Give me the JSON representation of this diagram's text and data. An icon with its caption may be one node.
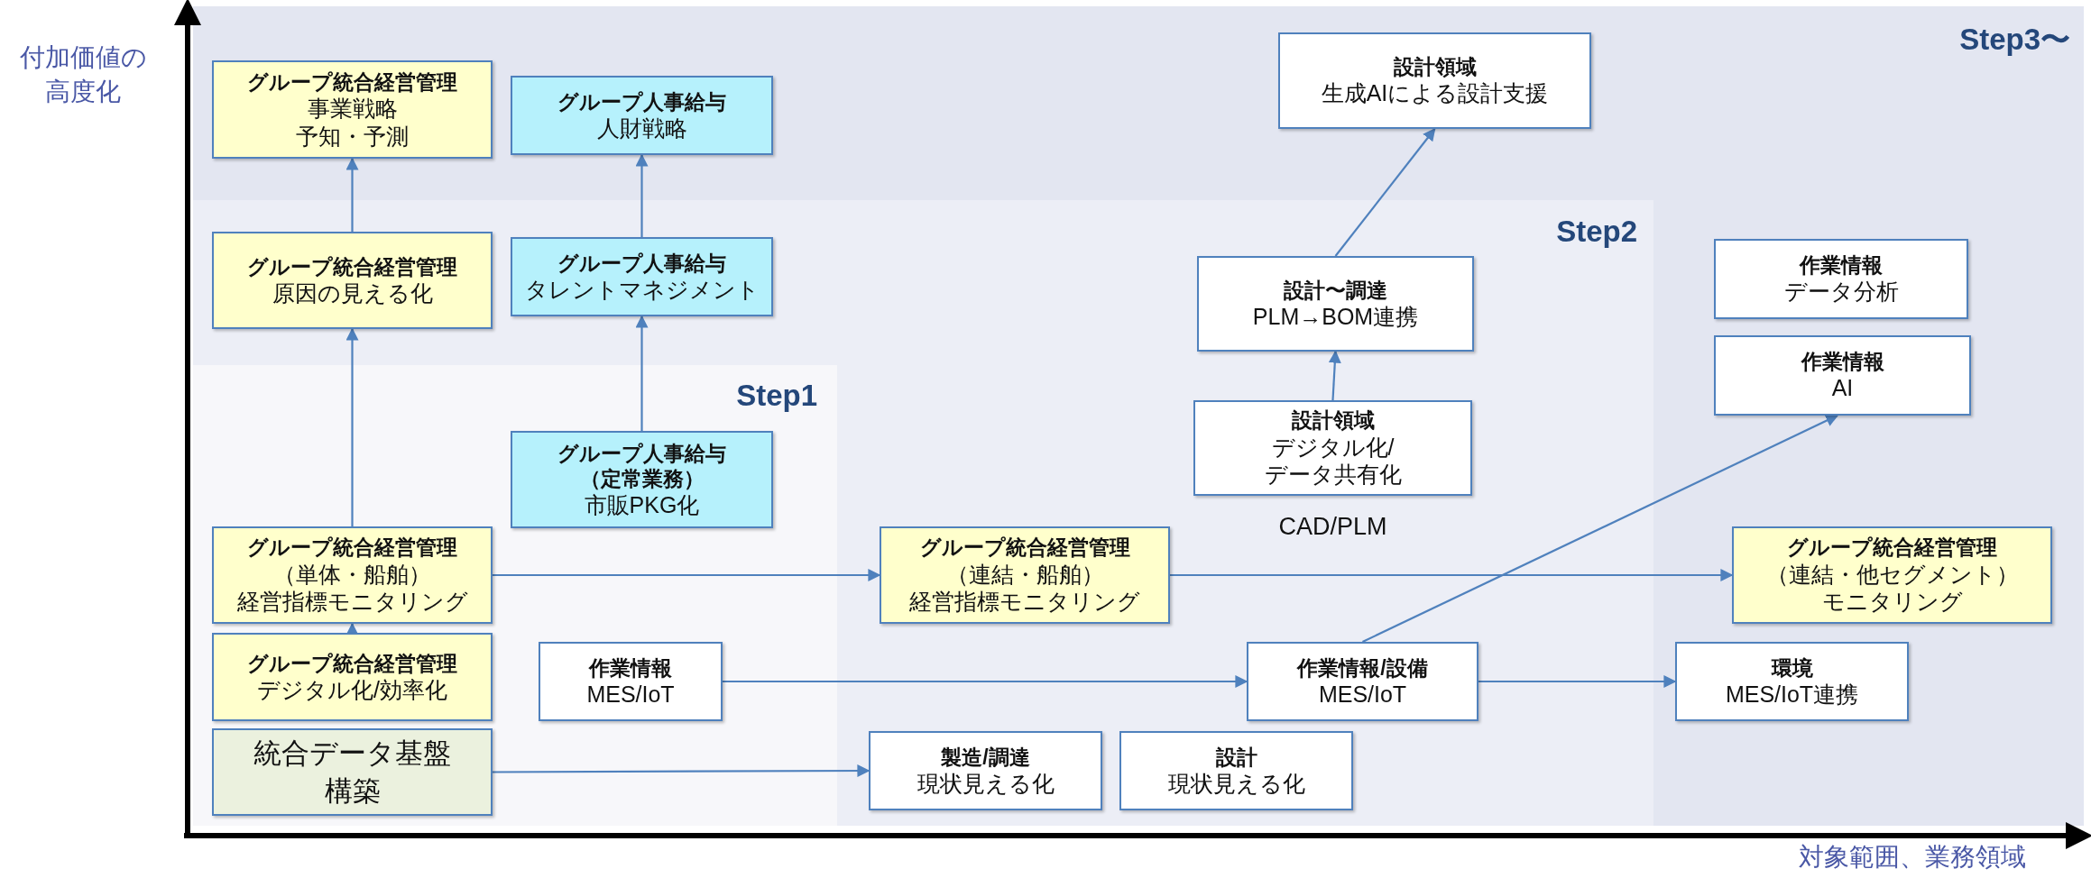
{
  "diagram": {
    "nodes": [
      {
        "text": [
          "Step3〜"
        ]
      },
      {
        "text": [
          "Step2"
        ],
        "in": 0
      },
      {
        "text": [
          "Step1"
        ],
        "in": 1
      },
      {
        "text": [
          "グループ統合経営管理",
          "事業戦略",
          "予知・予測"
        ],
        "in": 0
      },
      {
        "text": [
          "グループ人事給与",
          "人財戦略"
        ],
        "in": 0
      },
      {
        "text": [
          "設計領域",
          "生成AIによる設計支援"
        ],
        "in": 0
      },
      {
        "text": [
          "グループ統合経営管理",
          "原因の見える化"
        ],
        "in": 1
      },
      {
        "text": [
          "グループ人事給与",
          "タレントマネジメント"
        ],
        "in": 1
      },
      {
        "text": [
          "設計〜調達",
          "PLM→BOM連携"
        ],
        "in": 1
      },
      {
        "text": [
          "作業情報",
          "データ分析"
        ],
        "in": 0
      },
      {
        "text": [
          "設計領域",
          "デジタル化/",
          "データ共有化"
        ],
        "in": 1,
        "beside": [
          "CAD/PLM"
        ]
      },
      {
        "text": [
          "作業情報",
          "AI"
        ],
        "in": 0
      },
      {
        "text": [
          "グループ人事給与",
          "（定常業務）",
          "市販PKG化"
        ],
        "in": 2
      },
      {
        "text": [
          "グループ統合経営管理",
          "（単体・船舶）",
          "経営指標モニタリング"
        ],
        "in": 2
      },
      {
        "text": [
          "グループ統合経営管理",
          "（連結・船舶）",
          "経営指標モニタリング"
        ],
        "in": 1
      },
      {
        "text": [
          "グループ統合経営管理",
          "（連結・他セグメント）",
          "モニタリング"
        ],
        "in": 0
      },
      {
        "text": [
          "グループ統合経営管理",
          "デジタル化/効率化"
        ],
        "in": 2
      },
      {
        "text": [
          "作業情報",
          "MES/IoT"
        ],
        "in": 2
      },
      {
        "text": [
          "作業情報/設備",
          "MES/IoT"
        ],
        "in": 1
      },
      {
        "text": [
          "環境",
          "MES/IoT連携"
        ],
        "in": 0
      },
      {
        "text": [
          "統合データ基盤構築"
        ],
        "in": 2
      },
      {
        "text": [
          "製造/調達",
          "現状見える化"
        ],
        "in": 1
      },
      {
        "text": [
          "設計",
          "現状見える化"
        ],
        "in": 1
      }
    ],
    "edges": [
      {
        "from": 6,
        "to": 3,
        "arrow": "to"
      },
      {
        "from": 7,
        "to": 4,
        "arrow": "to"
      },
      {
        "from": 13,
        "to": 6,
        "arrow": "to"
      },
      {
        "from": 12,
        "to": 7,
        "arrow": "to"
      },
      {
        "from": 16,
        "to": 13,
        "arrow": "to"
      },
      {
        "from": 13,
        "to": 14,
        "arrow": "to"
      },
      {
        "from": 14,
        "to": 15,
        "arrow": "to"
      },
      {
        "from": 17,
        "to": 18,
        "arrow": "to"
      },
      {
        "from": 18,
        "to": 19,
        "arrow": "to"
      },
      {
        "from": 18,
        "to": 11,
        "arrow": "to"
      },
      {
        "from": 20,
        "to": 21,
        "arrow": "to"
      },
      {
        "from": 10,
        "to": 8,
        "arrow": "to"
      },
      {
        "from": 8,
        "to": 5,
        "arrow": "to"
      }
    ],
    "labels": [
      "付加価値の高度化",
      "対象範囲、業務領域"
    ]
  }
}
